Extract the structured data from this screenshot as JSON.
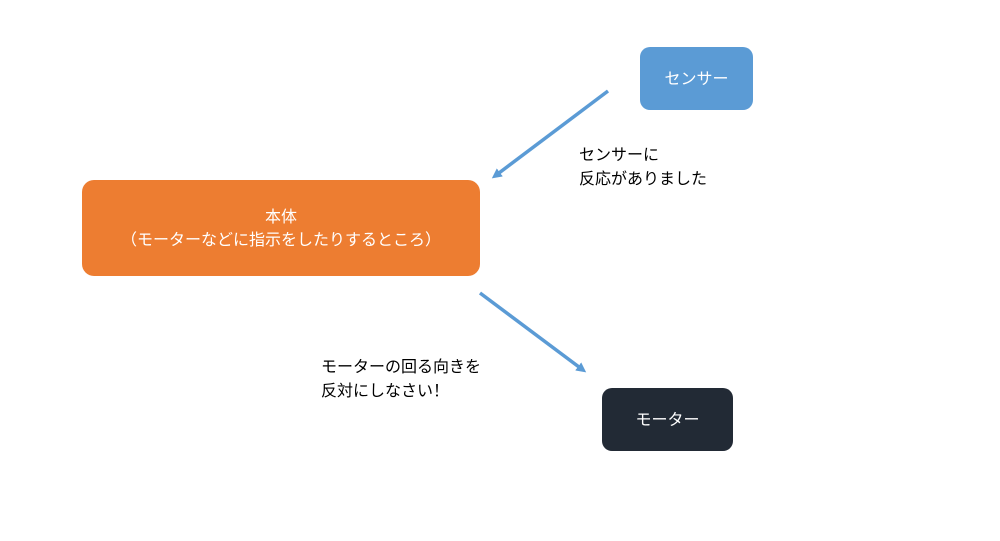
{
  "nodes": {
    "sensor": {
      "label": "センサー"
    },
    "main": {
      "title": "本体",
      "subtitle": "（モーターなどに指示をしたりするところ）"
    },
    "motor": {
      "label": "モーター"
    }
  },
  "edges": {
    "sensor_to_main": {
      "line1": "センサーに",
      "line2": "反応がありました"
    },
    "main_to_motor": {
      "line1": "モーターの回る向きを",
      "line2": "反対にしなさい！"
    }
  },
  "colors": {
    "sensor": "#5b9bd5",
    "main": "#ed7d31",
    "motor": "#222a35",
    "arrow": "#5b9bd5"
  }
}
